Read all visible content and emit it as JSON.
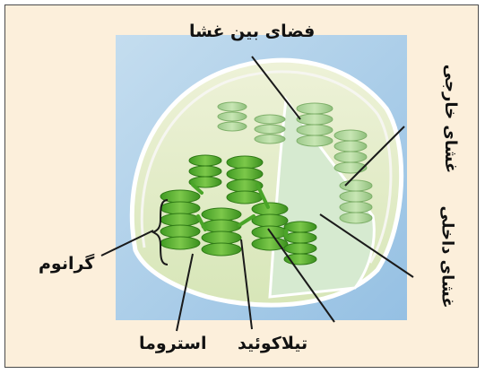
{
  "labels": {
    "intermembrane_space": "فضای بین غشا",
    "outer_membrane": "غشای خارجی",
    "inner_membrane": "غشای داخلی",
    "granum": "گرانوم",
    "stroma": "استروما",
    "thylakoid": "تیلاکوئید"
  },
  "colors": {
    "frame_background": "#fcefdb",
    "panel_blue": "#a9cdea",
    "stack_green": "#5db532",
    "stack_green_light": "#9bd46a",
    "leader_line": "#1a1a1a"
  }
}
